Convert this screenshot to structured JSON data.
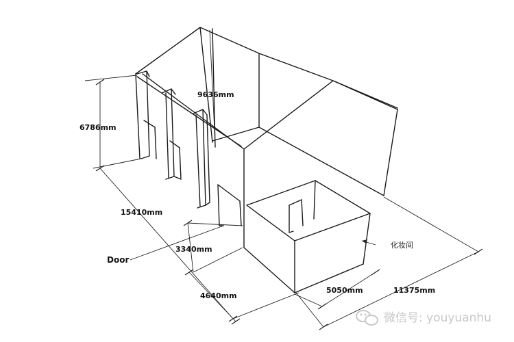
{
  "dimensions": {
    "height_6786": "6786mm",
    "height_9636": "9636mm",
    "length_15410": "15410mm",
    "width_3340": "3340mm",
    "width_4640": "4640mm",
    "width_5050": "5050mm",
    "length_11375": "11375mm"
  },
  "labels": {
    "door": "Door",
    "dressing_room": "化妆间"
  },
  "watermark": {
    "text": "微信号: youyuanhu",
    "icon": "wechat-icon"
  }
}
